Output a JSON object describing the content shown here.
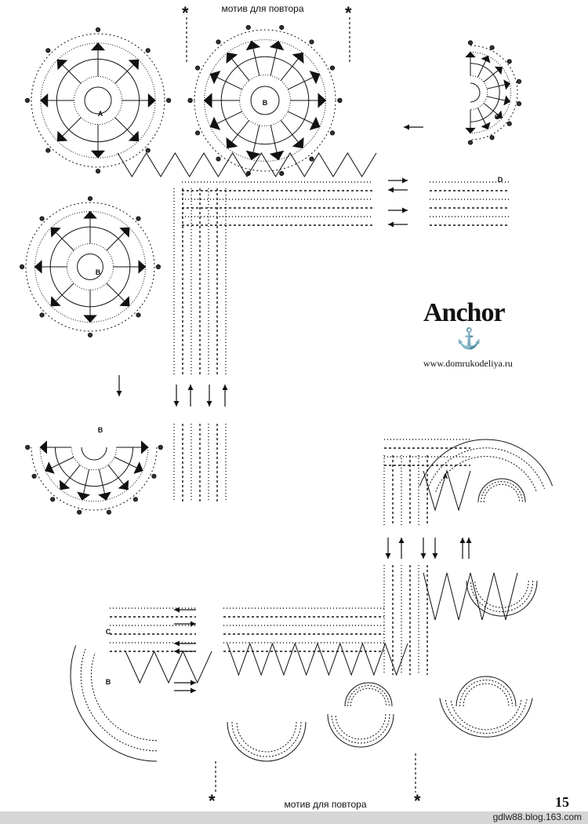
{
  "labels": {
    "repeat_top": "мотив для повтора",
    "repeat_bottom": "мотив для повтора",
    "star": "*"
  },
  "brand": {
    "name": "Anchor",
    "anchor_icon": "⚓",
    "site": "www.domrukodeliya.ru"
  },
  "page_number": "15",
  "footer": {
    "text": "gdlw88.blog.163.com"
  },
  "motif_markers": [
    "A",
    "B",
    "C",
    "D"
  ],
  "colors": {
    "ink": "#111111",
    "footer_bg": "#d6d6d6"
  }
}
